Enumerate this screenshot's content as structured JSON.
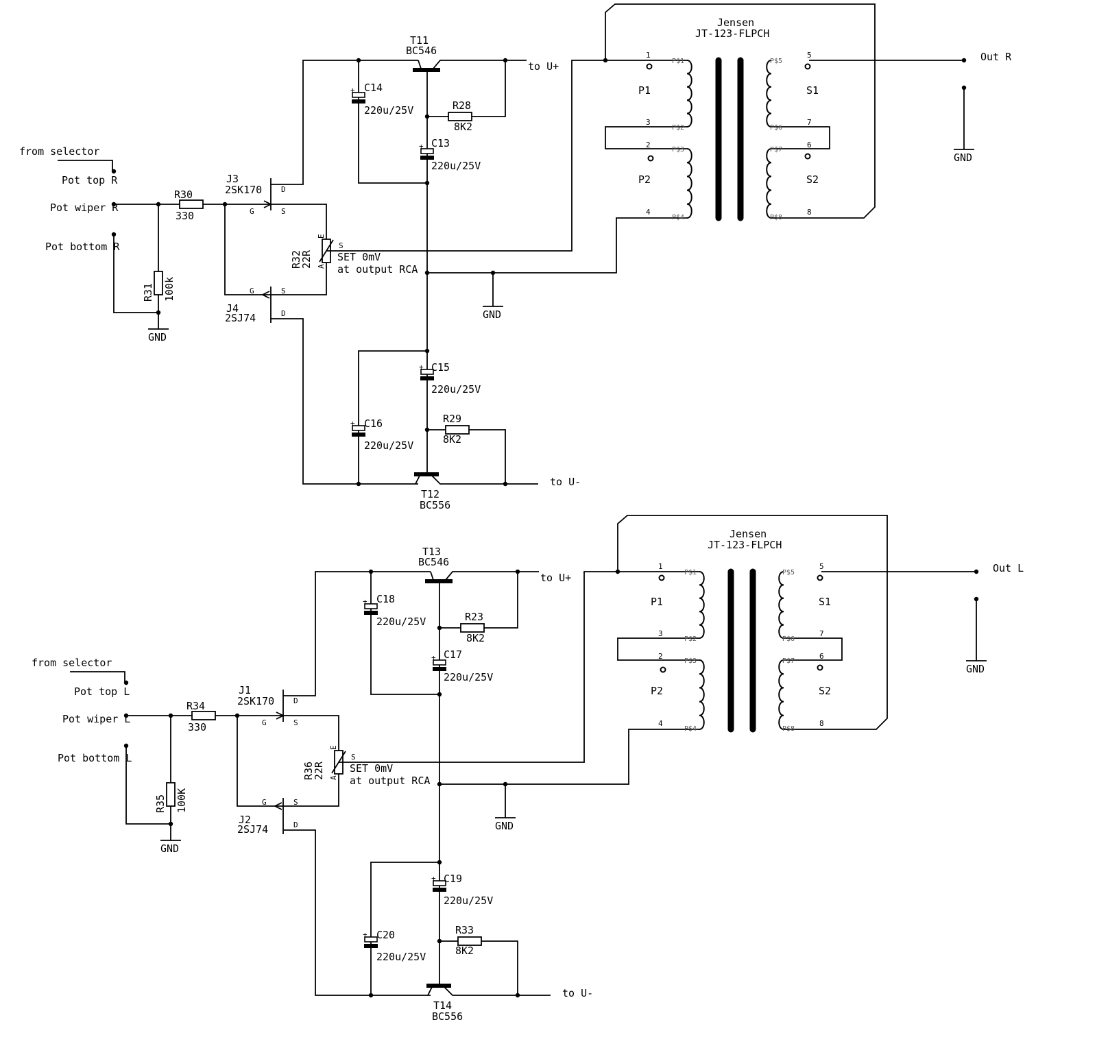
{
  "channels": [
    {
      "id": "right",
      "from_selector": "from selector",
      "pot_top": "Pot top R",
      "pot_wiper": "Pot wiper R",
      "pot_bottom": "Pot bottom R",
      "series_resistor": {
        "ref": "R30",
        "value": "330"
      },
      "shunt_resistor": {
        "ref": "R31",
        "value": "100k"
      },
      "gnd_input": "GND",
      "jfet_n": {
        "ref": "J3",
        "part": "2SK170",
        "pins": {
          "d": "D",
          "g": "G",
          "s": "S"
        }
      },
      "jfet_p": {
        "ref": "J4",
        "part": "2SJ74",
        "pins": {
          "d": "D",
          "g": "G",
          "s": "S"
        }
      },
      "trimmer": {
        "ref": "R32",
        "value": "22R",
        "pins": {
          "e": "E",
          "a": "A",
          "s": "S"
        }
      },
      "trim_note": [
        "SET 0mV",
        "at output RCA"
      ],
      "gnd_mid": "GND",
      "npn": {
        "ref": "T11",
        "part": "BC546"
      },
      "pnp": {
        "ref": "T12",
        "part": "BC556"
      },
      "caps": [
        {
          "ref": "C14",
          "value": "220u/25V"
        },
        {
          "ref": "C13",
          "value": "220u/25V"
        },
        {
          "ref": "C15",
          "value": "220u/25V"
        },
        {
          "ref": "C16",
          "value": "220u/25V"
        }
      ],
      "r_top": {
        "ref": "R28",
        "value": "8K2"
      },
      "r_bottom": {
        "ref": "R29",
        "value": "8K2"
      },
      "supply_pos": "to U+",
      "supply_neg": "to U-",
      "transformer": {
        "brand": "Jensen",
        "model": "JT-123-FLPCH",
        "windings": [
          "P1",
          "P2",
          "S1",
          "S2"
        ],
        "pin_numbers": [
          "1",
          "3",
          "2",
          "4",
          "5",
          "7",
          "6",
          "8"
        ],
        "pad_labels": [
          "P$1",
          "P$2",
          "P$3",
          "P$4",
          "P$5",
          "P$6",
          "P$7",
          "P$8"
        ]
      },
      "out": "Out R",
      "gnd_out": "GND"
    },
    {
      "id": "left",
      "from_selector": "from selector",
      "pot_top": "Pot top L",
      "pot_wiper": "Pot wiper L",
      "pot_bottom": "Pot bottom L",
      "series_resistor": {
        "ref": "R34",
        "value": "330"
      },
      "shunt_resistor": {
        "ref": "R35",
        "value": "100K"
      },
      "gnd_input": "GND",
      "jfet_n": {
        "ref": "J1",
        "part": "2SK170",
        "pins": {
          "d": "D",
          "g": "G",
          "s": "S"
        }
      },
      "jfet_p": {
        "ref": "J2",
        "part": "2SJ74",
        "pins": {
          "d": "D",
          "g": "G",
          "s": "S"
        }
      },
      "trimmer": {
        "ref": "R36",
        "value": "22R",
        "pins": {
          "e": "E",
          "a": "A",
          "s": "S"
        }
      },
      "trim_note": [
        "SET 0mV",
        "at output RCA"
      ],
      "gnd_mid": "GND",
      "npn": {
        "ref": "T13",
        "part": "BC546"
      },
      "pnp": {
        "ref": "T14",
        "part": "BC556"
      },
      "caps": [
        {
          "ref": "C18",
          "value": "220u/25V"
        },
        {
          "ref": "C17",
          "value": "220u/25V"
        },
        {
          "ref": "C19",
          "value": "220u/25V"
        },
        {
          "ref": "C20",
          "value": "220u/25V"
        }
      ],
      "r_top": {
        "ref": "R23",
        "value": "8K2"
      },
      "r_bottom": {
        "ref": "R33",
        "value": "8K2"
      },
      "supply_pos": "to U+",
      "supply_neg": "to U-",
      "transformer": {
        "brand": "Jensen",
        "model": "JT-123-FLPCH",
        "windings": [
          "P1",
          "P2",
          "S1",
          "S2"
        ],
        "pin_numbers": [
          "1",
          "3",
          "2",
          "4",
          "5",
          "7",
          "6",
          "8"
        ],
        "pad_labels": [
          "P$1",
          "P$2",
          "P$3",
          "P$4",
          "P$5",
          "P$6",
          "P$7",
          "P$8"
        ]
      },
      "out": "Out L",
      "gnd_out": "GND"
    }
  ]
}
